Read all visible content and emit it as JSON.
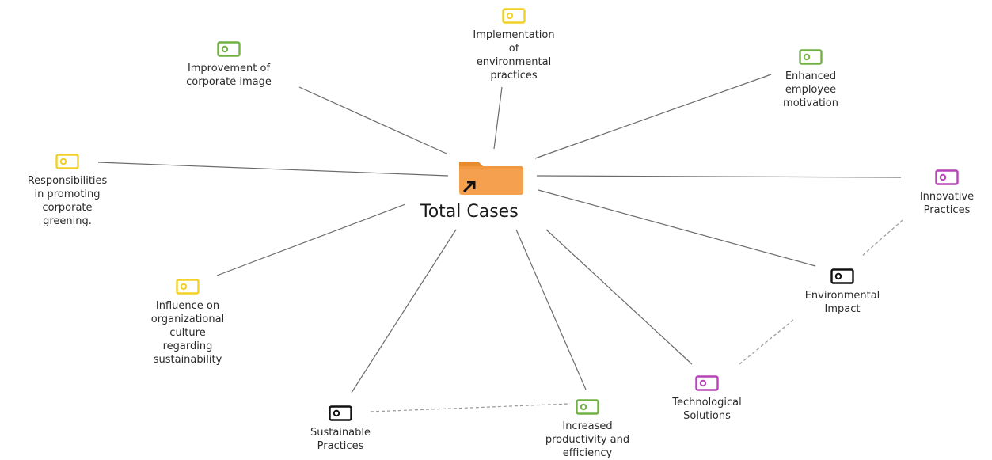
{
  "center": {
    "label": "Total Cases",
    "icon": "folder-shortcut-icon",
    "color": "#f4a04e"
  },
  "nodes": [
    {
      "id": "implementation",
      "label": "Implementation\nof\nenvironmental\npractices",
      "color": "#f2d027",
      "icon": "code-tag-icon"
    },
    {
      "id": "corporate-image",
      "label": "Improvement of\ncorporate image",
      "color": "#72b043",
      "icon": "code-tag-icon"
    },
    {
      "id": "motivation",
      "label": "Enhanced\nemployee\nmotivation",
      "color": "#72b043",
      "icon": "code-tag-icon"
    },
    {
      "id": "responsibilities",
      "label": "Responsibilities\nin promoting\ncorporate\ngreening.",
      "color": "#f2d027",
      "icon": "code-tag-icon"
    },
    {
      "id": "innovative",
      "label": "Innovative\nPractices",
      "color": "#b542b8",
      "icon": "code-tag-icon"
    },
    {
      "id": "environmental-impact",
      "label": "Environmental\nImpact",
      "color": "#111111",
      "icon": "code-tag-icon"
    },
    {
      "id": "culture",
      "label": "Influence on\norganizational\nculture\nregarding\nsustainability",
      "color": "#f2d027",
      "icon": "code-tag-icon"
    },
    {
      "id": "technological",
      "label": "Technological\nSolutions",
      "color": "#b542b8",
      "icon": "code-tag-icon"
    },
    {
      "id": "productivity",
      "label": "Increased\nproductivity and\nefficiency",
      "color": "#72b043",
      "icon": "code-tag-icon"
    },
    {
      "id": "sustainable",
      "label": "Sustainable\nPractices",
      "color": "#111111",
      "icon": "code-tag-icon"
    }
  ],
  "edges": [
    {
      "from": "center",
      "to": "implementation",
      "style": "solid"
    },
    {
      "from": "center",
      "to": "corporate-image",
      "style": "solid"
    },
    {
      "from": "center",
      "to": "motivation",
      "style": "solid"
    },
    {
      "from": "center",
      "to": "responsibilities",
      "style": "solid"
    },
    {
      "from": "center",
      "to": "innovative",
      "style": "solid"
    },
    {
      "from": "center",
      "to": "environmental-impact",
      "style": "solid"
    },
    {
      "from": "center",
      "to": "culture",
      "style": "solid"
    },
    {
      "from": "center",
      "to": "technological",
      "style": "solid"
    },
    {
      "from": "center",
      "to": "productivity",
      "style": "solid"
    },
    {
      "from": "center",
      "to": "sustainable",
      "style": "solid"
    },
    {
      "from": "innovative",
      "to": "environmental-impact",
      "style": "dashed"
    },
    {
      "from": "environmental-impact",
      "to": "technological",
      "style": "dashed"
    },
    {
      "from": "sustainable",
      "to": "productivity",
      "style": "dashed"
    }
  ]
}
